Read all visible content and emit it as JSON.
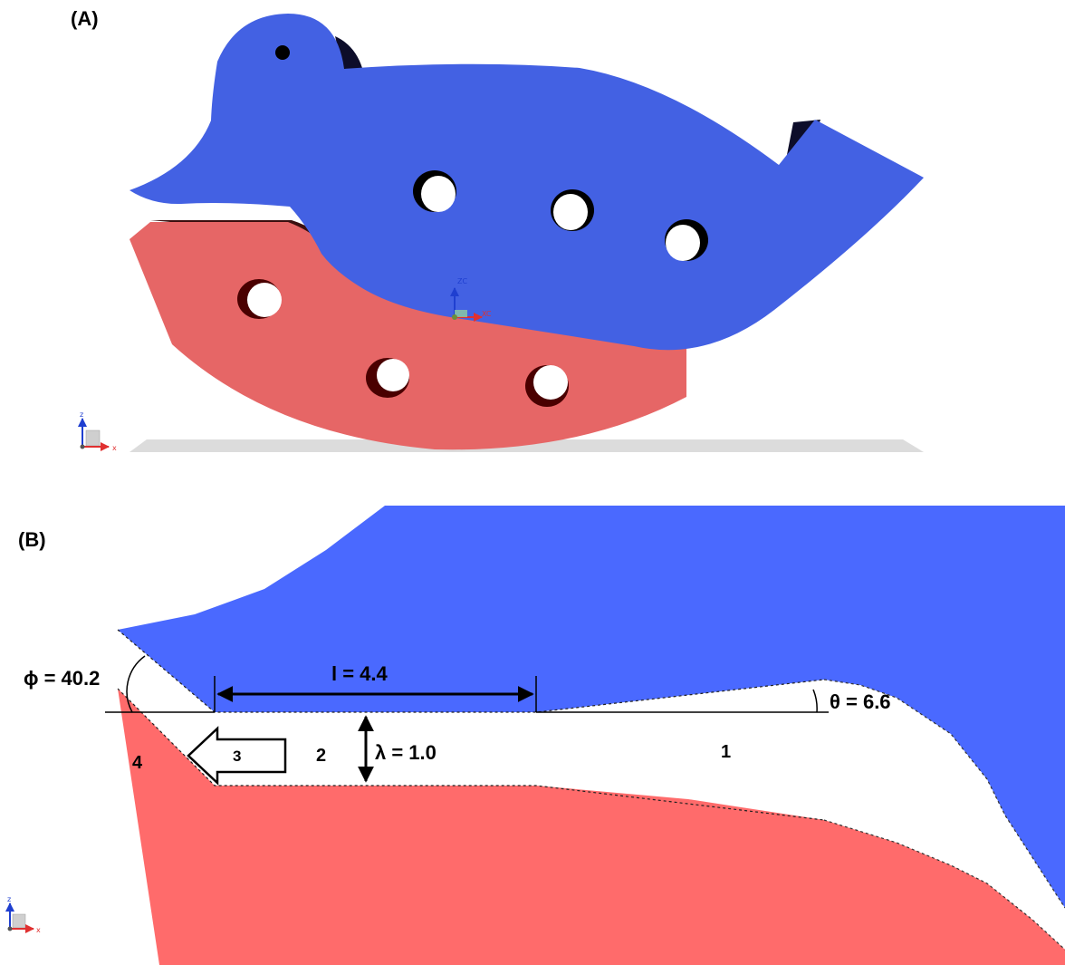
{
  "panels": {
    "a": {
      "label": "(A)"
    },
    "b": {
      "label": "(B)"
    }
  },
  "annotations": {
    "phi": "ϕ = 40.2",
    "l": "l = 4.4",
    "theta": "θ = 6.6",
    "lambda": "λ = 1.0",
    "region_1": "1",
    "region_2": "2",
    "region_3": "3",
    "region_4": "4"
  },
  "triad_a": {
    "x": "x",
    "z": "z"
  },
  "triad_b": {
    "x": "x",
    "z": "z"
  },
  "view_csys": {
    "xc": "XC",
    "zc": "ZC"
  },
  "colors": {
    "upper_part_a": "#4361e3",
    "lower_part_a": "#e66666",
    "upper_part_b": "#4a69ff",
    "lower_part_b": "#ff6b6b",
    "ground": "#dcdcdc"
  }
}
